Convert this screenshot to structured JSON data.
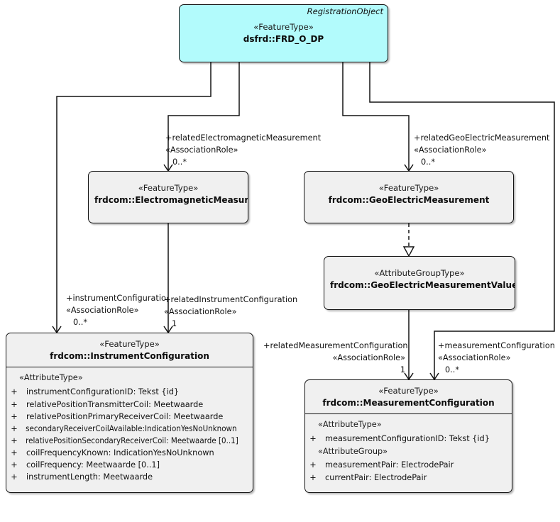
{
  "diagram": {
    "type": "uml-class-diagram",
    "colors": {
      "feature_type_fill": "#F0F0F0",
      "registration_object_fill": "#B2FBFC",
      "border": "#141414",
      "text": "#111111"
    }
  },
  "nodes": [
    {
      "id": "frd_o_dp",
      "corner_label": "RegistrationObject",
      "stereotype": "«FeatureType»",
      "name": "dsfrd::FRD_O_DP",
      "fill": "cyan",
      "attributes": []
    },
    {
      "id": "electromagnetic_measurement",
      "corner_label": "",
      "stereotype": "«FeatureType»",
      "name": "frdcom::ElectromagneticMeasurement",
      "fill": "gray",
      "attributes": []
    },
    {
      "id": "geoelectric_measurement",
      "corner_label": "",
      "stereotype": "«FeatureType»",
      "name": "frdcom::GeoElectricMeasurement",
      "fill": "gray",
      "attributes": []
    },
    {
      "id": "geoelectric_measurement_value",
      "corner_label": "",
      "stereotype": "«AttributeGroupType»",
      "name": "frdcom::GeoElectricMeasurementValue",
      "fill": "gray",
      "attributes": []
    },
    {
      "id": "instrument_configuration",
      "corner_label": "",
      "stereotype": "«FeatureType»",
      "name": "frdcom::InstrumentConfiguration",
      "fill": "gray",
      "attributes": [
        {
          "kind": "group",
          "label": "«AttributeType»"
        },
        {
          "kind": "attr",
          "visibility": "+",
          "text": "instrumentConfigurationID: Tekst {id}"
        },
        {
          "kind": "attr",
          "visibility": "+",
          "text": "relativePositionTransmitterCoil: Meetwaarde"
        },
        {
          "kind": "attr",
          "visibility": "+",
          "text": "relativePositionPrimaryReceiverCoil: Meetwaarde"
        },
        {
          "kind": "attr",
          "visibility": "+",
          "text": "secondaryReceiverCoilAvailable:IndicationYesNoUnknown",
          "squeeze": true
        },
        {
          "kind": "attr",
          "visibility": "+",
          "text": "relativePositionSecondaryReceiverCoil: Meetwaarde [0..1]",
          "squeeze": true
        },
        {
          "kind": "attr",
          "visibility": "+",
          "text": "coilFrequencyKnown: IndicationYesNoUnknown"
        },
        {
          "kind": "attr",
          "visibility": "+",
          "text": "coilFrequency: Meetwaarde [0..1]"
        },
        {
          "kind": "attr",
          "visibility": "+",
          "text": "instrumentLength: Meetwaarde"
        }
      ]
    },
    {
      "id": "measurement_configuration",
      "corner_label": "",
      "stereotype": "«FeatureType»",
      "name": "frdcom::MeasurementConfiguration",
      "fill": "gray",
      "attributes": [
        {
          "kind": "group",
          "label": "«AttributeType»"
        },
        {
          "kind": "attr",
          "visibility": "+",
          "text": "measurementConfigurationID: Tekst {id}"
        },
        {
          "kind": "group",
          "label": "«AttributeGroup»"
        },
        {
          "kind": "attr",
          "visibility": "+",
          "text": "measurementPair: ElectrodePair"
        },
        {
          "kind": "attr",
          "visibility": "+",
          "text": "currentPair: ElectrodePair"
        }
      ]
    }
  ],
  "edge_labels": [
    {
      "id": "related_electromagnetic",
      "role": "+relatedElectromagneticMeasurement",
      "stereotype": "«AssociationRole»",
      "multiplicity": "0..*"
    },
    {
      "id": "related_geoelectric",
      "role": "+relatedGeoElectricMeasurement",
      "stereotype": "«AssociationRole»",
      "multiplicity": "0..*"
    },
    {
      "id": "instrument_configuration_role",
      "role": "+instrumentConfiguratio",
      "stereotype": "«AssociationRole»",
      "multiplicity": "0..*"
    },
    {
      "id": "related_instrument_configuration",
      "role": "+relatedInstrumentConfiguration",
      "stereotype": "«AssociationRole»",
      "multiplicity": "1"
    },
    {
      "id": "related_measurement_configuration",
      "role": "+relatedMeasurementConfiguration",
      "stereotype": "«AssociationRole»",
      "multiplicity": "1"
    },
    {
      "id": "measurement_configuration_role",
      "role": "+measurementConfiguration",
      "stereotype": "«AssociationRole»",
      "multiplicity": "0..*"
    }
  ]
}
